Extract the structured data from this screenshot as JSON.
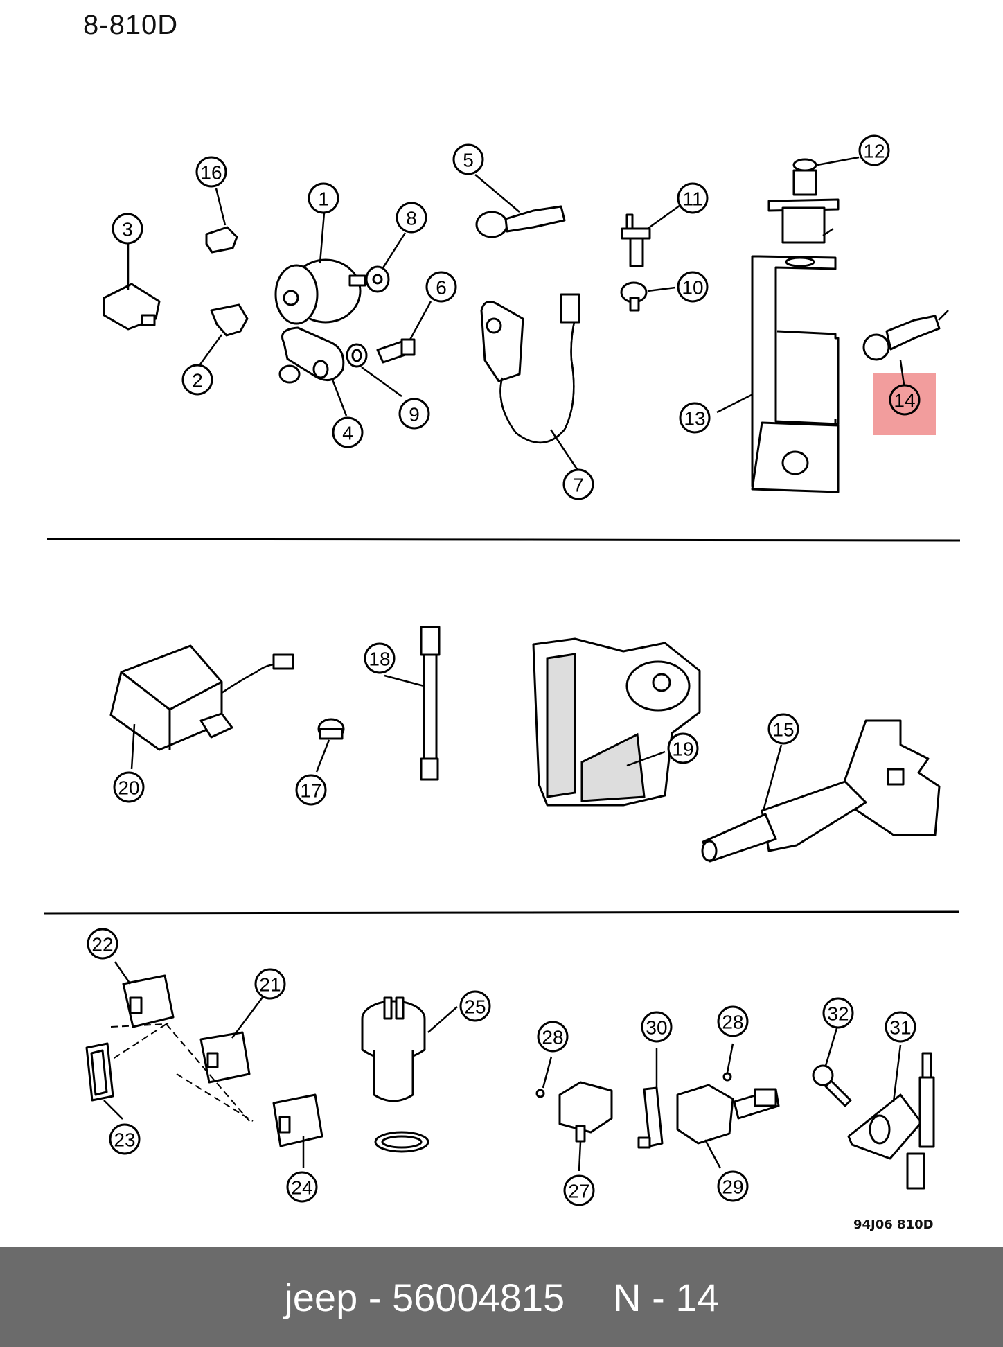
{
  "header": {
    "page_code": "8-810D"
  },
  "figure": {
    "figure_code": "94J06  810D",
    "highlighted_callout": "14"
  },
  "callouts": [
    "16",
    "3",
    "1",
    "8",
    "2",
    "4",
    "9",
    "6",
    "5",
    "7",
    "11",
    "10",
    "12",
    "13",
    "14",
    "18",
    "20",
    "17",
    "19",
    "15",
    "22",
    "21",
    "23",
    "24",
    "25",
    "28",
    "27",
    "30",
    "29",
    "28",
    "32",
    "31"
  ],
  "footer": {
    "brand": "jeep",
    "separator": "-",
    "part_number": "56004815",
    "ref_label": "N - 14"
  }
}
